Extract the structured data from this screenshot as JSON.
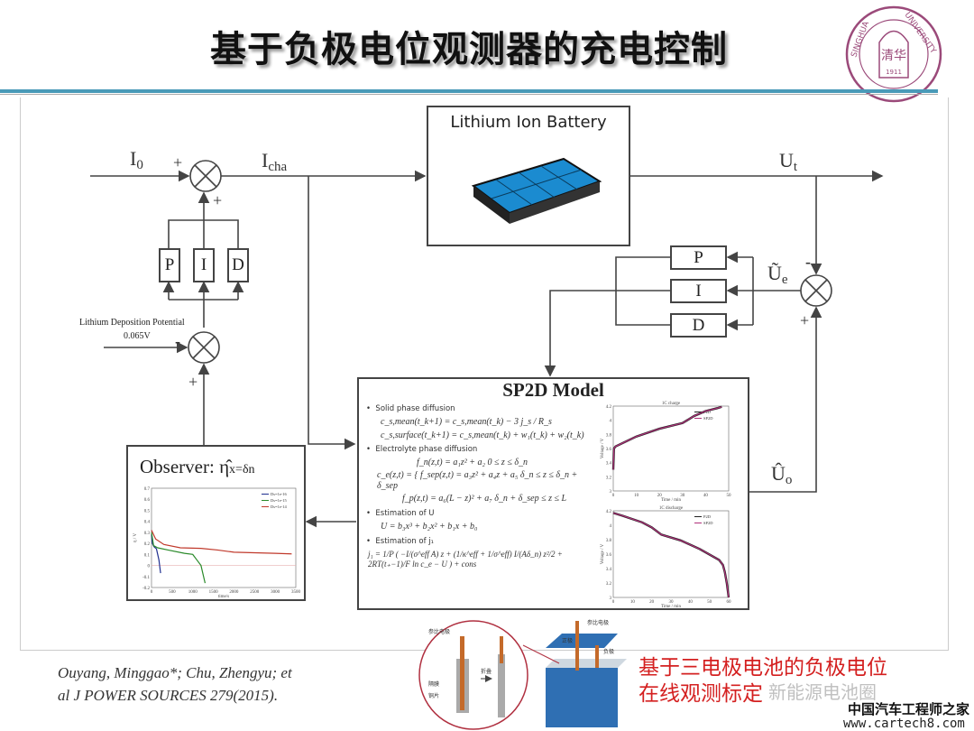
{
  "slide_title": "基于负极电位观测器的充电控制",
  "logo": {
    "text_left": "SINGHUA",
    "text_right": "UNIVERSITY",
    "year": "1911",
    "color": "#9b4a7a"
  },
  "header_line_color": "#4a9ab8",
  "diagram": {
    "battery_label": "Lithium Ion Battery",
    "i0": "I",
    "i0_sub": "0",
    "icha": "I",
    "icha_sub": "cha",
    "ut": "U",
    "ut_sub": "t",
    "ue": "Ũ",
    "ue_sub": "e",
    "uo": "Û",
    "uo_sub": "o",
    "plus": "+",
    "minus": "-",
    "pid_left": [
      "P",
      "I",
      "D"
    ],
    "pid_right": [
      "P",
      "I",
      "D"
    ],
    "lithium_deposition": "Lithium Deposition Potential",
    "lithium_value": "0.065V",
    "observer_title": "Observer: ",
    "observer_eta": "η̂",
    "observer_sub": "x=δn",
    "sp2d_title": "SP2D Model",
    "sp2d_sections": [
      {
        "heading": "Solid phase diffusion",
        "eqs": [
          "c_s,mean(t_k+1) = c_s,mean(t_k) − 3 j_s / R_s",
          "c_s,surface(t_k+1) = c_s,mean(t_k) + w₁(t_k) + w₂(t_k)"
        ]
      },
      {
        "heading": "Electrolyte phase diffusion",
        "eqs": [
          "f_n(z,t) = a₁z² + a₂            0 ≤ z ≤ δ_n",
          "c_e(z,t) = { f_sep(z,t) = a₃z² + a₄z + a₅     δ_n ≤ z ≤ δ_n + δ_sep",
          "f_p(z,t) = a₆(L − z)² + a₇     δ_n + δ_sep ≤ z ≤ L"
        ]
      },
      {
        "heading": "Estimation of U",
        "eqs": [
          "U = b₃x³ + b₂x² + b₁x + b₀"
        ]
      },
      {
        "heading": "Estimation of j₁",
        "eqs": [
          "j₁ = 1/P ( −I/(σ^eff A) z + (1/κ^eff + 1/σ^eff) I/(Aδ_n) z²/2 + 2RT(t₊−1)/F ln c_e − U ) + cons"
        ]
      }
    ]
  },
  "chart_data": [
    {
      "type": "line",
      "title": "",
      "xlabel": "time/s",
      "ylabel": "η / V",
      "xlim": [
        0,
        3500
      ],
      "ylim": [
        -0.2,
        0.7
      ],
      "xticks": [
        "0",
        "500",
        "1000",
        "1500",
        "2000",
        "2500",
        "3000",
        "3500"
      ],
      "yticks": [
        "-0.2",
        "-0.1",
        "0",
        "0.1",
        "0.2",
        "0.3",
        "0.4",
        "0.5",
        "0.6",
        "0.7"
      ],
      "legend": "top-right",
      "series": [
        {
          "name": "Ds=1e-16",
          "color": "#1f2f8f",
          "x": [
            0,
            20,
            60,
            120,
            180,
            220
          ],
          "y": [
            0.28,
            0.2,
            0.17,
            0.15,
            0.05,
            -0.07
          ]
        },
        {
          "name": "Ds=1e-15",
          "color": "#2a8a2a",
          "x": [
            0,
            50,
            150,
            400,
            800,
            1000,
            1100,
            1200,
            1300
          ],
          "y": [
            0.3,
            0.18,
            0.16,
            0.14,
            0.11,
            0.1,
            0.05,
            0.0,
            -0.16
          ]
        },
        {
          "name": "Ds=1e-14",
          "color": "#c0392b",
          "x": [
            0,
            100,
            300,
            700,
            1200,
            1600,
            2000,
            2500,
            3000,
            3400
          ],
          "y": [
            0.32,
            0.24,
            0.19,
            0.16,
            0.155,
            0.14,
            0.12,
            0.115,
            0.11,
            0.105
          ]
        }
      ]
    },
    {
      "type": "line",
      "title": "1C charge",
      "xlabel": "Time / min",
      "ylabel": "Voltage / V",
      "xlim": [
        0,
        50
      ],
      "ylim": [
        3.0,
        4.2
      ],
      "xticks": [
        "0",
        "10",
        "20",
        "30",
        "40",
        "50"
      ],
      "yticks": [
        "3",
        "3.2",
        "3.4",
        "3.6",
        "3.8",
        "4",
        "4.2"
      ],
      "legend": "right",
      "series": [
        {
          "name": "P2D",
          "color": "#222222",
          "x": [
            0,
            0.3,
            1,
            10,
            20,
            30,
            32,
            35,
            40,
            45,
            47
          ],
          "y": [
            3.3,
            3.6,
            3.63,
            3.77,
            3.88,
            3.96,
            4.0,
            4.06,
            4.13,
            4.17,
            4.19
          ]
        },
        {
          "name": "SP2D",
          "color": "#b0307a",
          "x": [
            0,
            0.3,
            1,
            10,
            20,
            30,
            32,
            35,
            40,
            45,
            47
          ],
          "y": [
            3.3,
            3.6,
            3.63,
            3.77,
            3.88,
            3.96,
            4.0,
            4.06,
            4.13,
            4.17,
            4.19
          ]
        }
      ]
    },
    {
      "type": "line",
      "title": "1C discharge",
      "xlabel": "Time / min",
      "ylabel": "Voltage / V",
      "xlim": [
        0,
        60
      ],
      "ylim": [
        3.0,
        4.2
      ],
      "xticks": [
        "0",
        "10",
        "20",
        "30",
        "40",
        "50",
        "60"
      ],
      "yticks": [
        "3",
        "3.2",
        "3.4",
        "3.6",
        "3.8",
        "4",
        "4.2"
      ],
      "legend": "top-right",
      "series": [
        {
          "name": "P2D",
          "color": "#222222",
          "x": [
            0,
            5,
            15,
            20,
            25,
            35,
            45,
            55,
            57,
            58,
            59,
            60
          ],
          "y": [
            4.17,
            4.13,
            4.04,
            3.97,
            3.87,
            3.79,
            3.67,
            3.52,
            3.45,
            3.35,
            3.2,
            3.0
          ]
        },
        {
          "name": "SP2D",
          "color": "#b0307a",
          "x": [
            0,
            5,
            15,
            20,
            25,
            35,
            45,
            55,
            57,
            58,
            59,
            60
          ],
          "y": [
            4.17,
            4.13,
            4.04,
            3.97,
            3.87,
            3.79,
            3.67,
            3.52,
            3.45,
            3.35,
            3.2,
            3.0
          ]
        }
      ]
    }
  ],
  "reference": {
    "line1": "Ouyang, Minggao*; Chu, Zhengyu; et",
    "line2": "al  J POWER SOURCES 279(2015)."
  },
  "illustration": {
    "labels": [
      "参比电极",
      "隔膜",
      "铜片",
      "折叠",
      "参比电极",
      "正极",
      "负极"
    ]
  },
  "caption": {
    "line1": "基于三电极电池的负极电位",
    "line2": "在线观测标定",
    "color": "#d42020"
  },
  "watermark": {
    "wechat": "新能源电池圈",
    "site_cn": "中国汽车工程师之家",
    "url": "www.cartech8.com"
  }
}
